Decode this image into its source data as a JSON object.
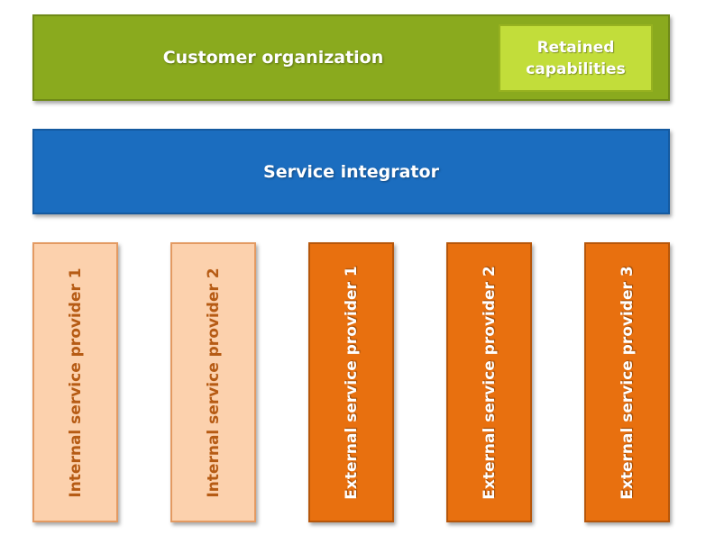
{
  "diagram": {
    "customer_organization": {
      "label": "Customer organization",
      "color": "#8aaa1e"
    },
    "retained_capabilities": {
      "line1": "Retained",
      "line2": "capabilities",
      "color": "#c2dd3a"
    },
    "service_integrator": {
      "label": "Service integrator",
      "color": "#1b6dbf"
    },
    "providers": [
      {
        "label": "Internal service provider 1",
        "kind": "internal",
        "color": "#fcd1ad"
      },
      {
        "label": "Internal service provider 2",
        "kind": "internal",
        "color": "#fcd1ad"
      },
      {
        "label": "External service provider 1",
        "kind": "external",
        "color": "#e8700f"
      },
      {
        "label": "External service provider 2",
        "kind": "external",
        "color": "#e8700f"
      },
      {
        "label": "External service provider 3",
        "kind": "external",
        "color": "#e8700f"
      }
    ]
  }
}
